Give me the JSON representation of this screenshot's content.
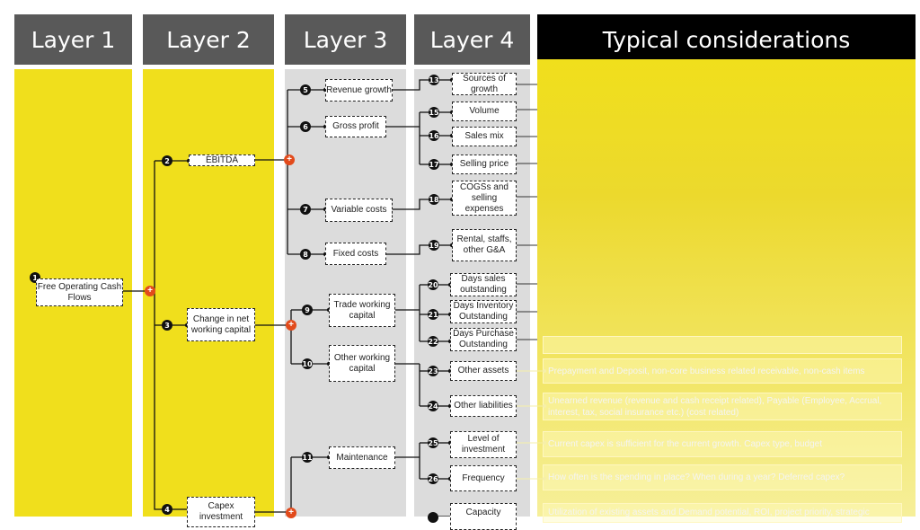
{
  "headers": {
    "layer1": "Layer 1",
    "layer2": "Layer 2",
    "layer3": "Layer 3",
    "layer4": "Layer 4",
    "considerations": "Typical considerations"
  },
  "nodes": {
    "n1": {
      "num": "1",
      "label": "Free Operating Cash Flows"
    },
    "n2": {
      "num": "2",
      "label": "EBITDA"
    },
    "n3": {
      "num": "3",
      "label": "Change in net working capital"
    },
    "n4": {
      "num": "4",
      "label": "Capex investment"
    },
    "n5": {
      "num": "5",
      "label": "Revenue growth"
    },
    "n6": {
      "num": "6",
      "label": "Gross profit"
    },
    "n7": {
      "num": "7",
      "label": "Variable costs"
    },
    "n8": {
      "num": "8",
      "label": "Fixed costs"
    },
    "n9": {
      "num": "9",
      "label": "Trade working capital"
    },
    "n10": {
      "num": "10",
      "label": "Other working capital"
    },
    "n11": {
      "num": "11",
      "label": "Maintenance"
    },
    "n13": {
      "num": "13",
      "label": "Sources of growth"
    },
    "n15": {
      "num": "15",
      "label": "Volume"
    },
    "n16": {
      "num": "16",
      "label": "Sales mix"
    },
    "n17": {
      "num": "17",
      "label": "Selling price"
    },
    "n18": {
      "num": "18",
      "label": "COGSs and selling expenses"
    },
    "n19": {
      "num": "19",
      "label": "Rental, staffs, other G&A"
    },
    "n20": {
      "num": "20",
      "label": "Days sales outstanding"
    },
    "n21": {
      "num": "21",
      "label": "Days Inventory Outstanding"
    },
    "n22": {
      "num": "22",
      "label": "Days Purchase Outstanding"
    },
    "n23": {
      "num": "23",
      "label": "Other assets"
    },
    "n24": {
      "num": "24",
      "label": "Other liabilities"
    },
    "n25": {
      "num": "25",
      "label": "Level of investment"
    },
    "n26": {
      "num": "26",
      "label": "Frequency"
    },
    "n27": {
      "label": "Capacity"
    }
  },
  "plus_symbol": "+",
  "considerations": {
    "c23": "Prepayment and Deposit, non-core business related receivable, non-cash items",
    "c24": "Unearned revenue (revenue and cash receipt related), Payable (Employee, Accrual, interest, tax, social insurance etc.) (cost related)",
    "c25": "Current capex is sufficient for the current growth. Capex type, budget",
    "c26": "How often is the spending in place? When during a year? Deferred capex?",
    "c27": "Utilization of existing assets and Demand potential, ROI, project priority, strategic"
  },
  "colors": {
    "header_gray": "#595959",
    "header_black": "#000000",
    "yellow": "#f0df1c",
    "gray_column": "#dcdcdc",
    "plus_red": "#e24a1b"
  }
}
